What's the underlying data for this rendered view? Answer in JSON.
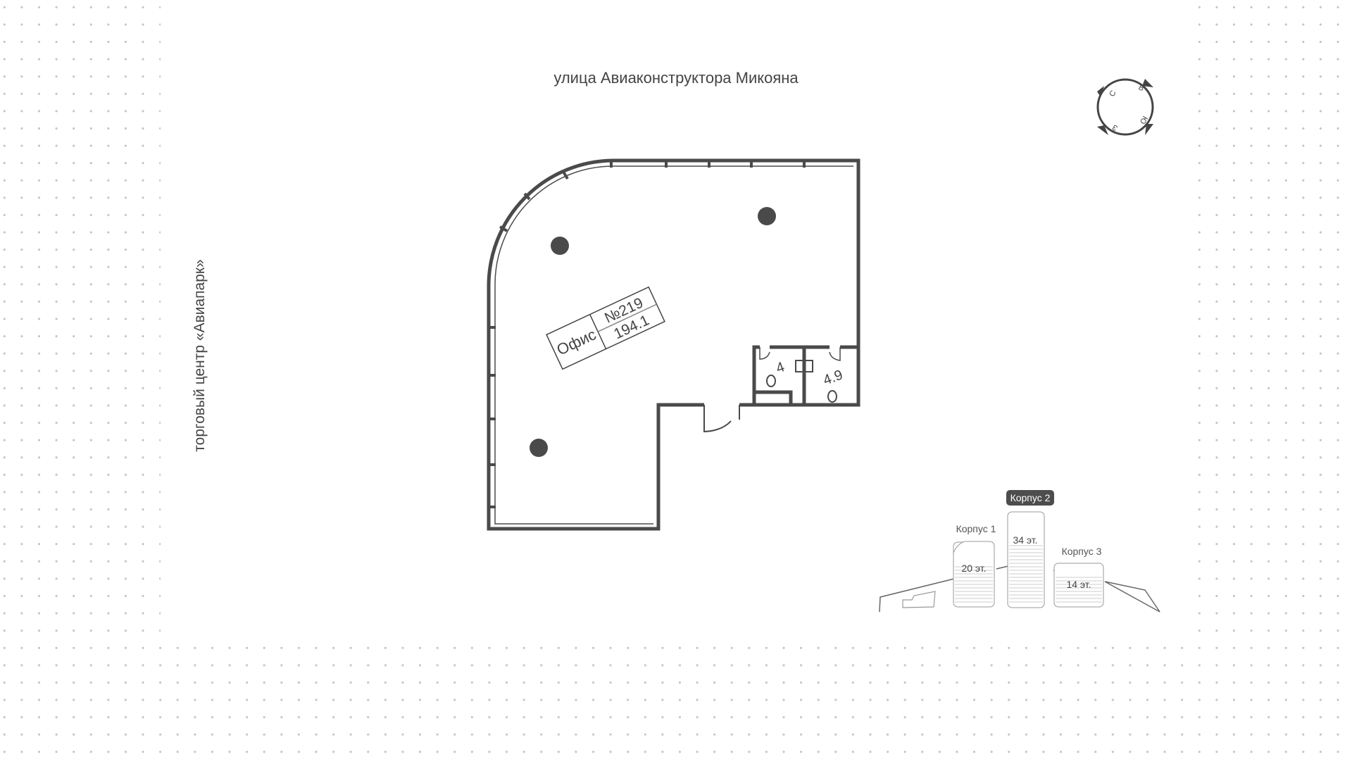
{
  "street_label": "улица Авиаконструктора Микояна",
  "side_label": "торговый центр «Авиапарк»",
  "compass": {
    "icon": "compass-icon",
    "letters": [
      "С",
      "В",
      "Ю",
      "З"
    ]
  },
  "unit": {
    "type": "Офис",
    "number": "№219",
    "area": "194.1"
  },
  "bathrooms": {
    "left_area": "4",
    "right_area": "4.9"
  },
  "buildings": [
    {
      "name": "Корпус 1",
      "floors": "20 эт.",
      "selected": false
    },
    {
      "name": "Корпус 2",
      "floors": "34 эт.",
      "selected": true
    },
    {
      "name": "Корпус 3",
      "floors": "14 эт.",
      "selected": false
    }
  ],
  "colors": {
    "wall": "#4a4a4a",
    "selected_badge": "#4d4d4d",
    "dots": "#c4c4c4"
  }
}
